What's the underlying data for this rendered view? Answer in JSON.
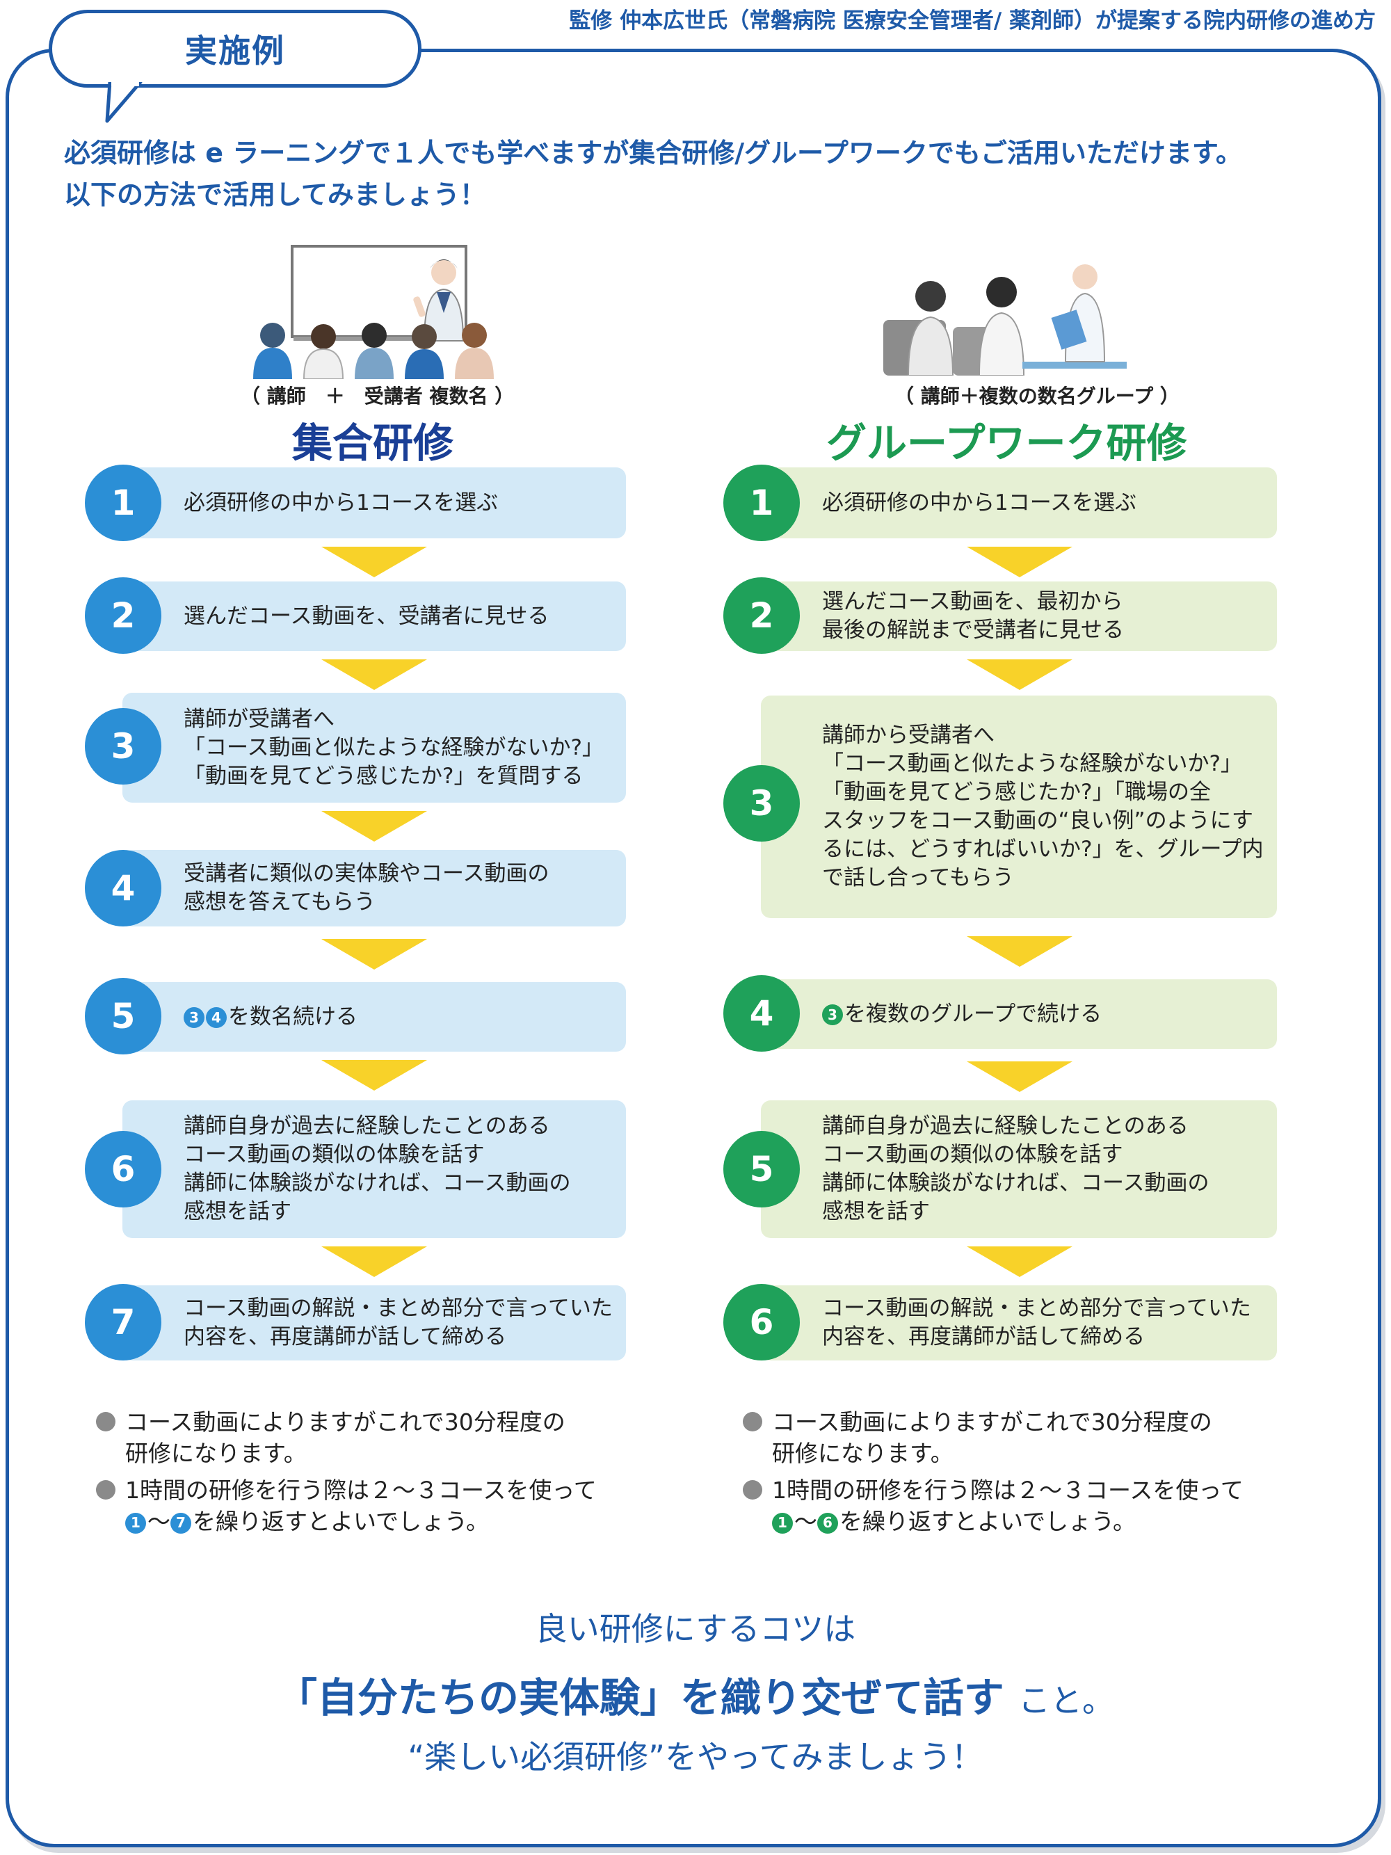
{
  "header": {
    "supervisor": "監修 仲本広世氏（常磐病院 医療安全管理者/ 薬剤師）が提案する院内研修の進め方",
    "badge": "実施例"
  },
  "intro": {
    "line1": "必須研修は e ラーニングで１人でも学べますが集合研修/グループワークでもご活用いただけます。",
    "line2": "以下の方法で活用してみましょう！"
  },
  "left": {
    "participants": "（ 講師　＋　受講者 複数名 ）",
    "title": "集合研修",
    "steps": [
      {
        "num": "1",
        "text": "必須研修の中から1コースを選ぶ"
      },
      {
        "num": "2",
        "text": "選んだコース動画を、受講者に見せる"
      },
      {
        "num": "3",
        "text": "講師が受講者へ\n「コース動画と似たような経験がないか?」\n「動画を見てどう感じたか?」を質問する"
      },
      {
        "num": "4",
        "text": "受講者に類似の実体験やコース動画の\n感想を答えてもらう"
      },
      {
        "num": "5",
        "ref1": "3",
        "ref2": "4",
        "text": "を数名続ける"
      },
      {
        "num": "6",
        "text": "講師自身が過去に経験したことのある\nコース動画の類似の体験を話す\n講師に体験談がなければ、コース動画の\n感想を話す"
      },
      {
        "num": "7",
        "text": "コース動画の解説・まとめ部分で言っていた\n内容を、再度講師が話して締める"
      }
    ],
    "notes": {
      "note1": "コース動画によりますがこれで30分程度の\n研修になります。",
      "note2_pre": "1時間の研修を行う際は２〜３コースを使って",
      "ref_a": "1",
      "range_sep": "〜",
      "ref_b": "7",
      "note2_post": "を繰り返すとよいでしょう。"
    }
  },
  "right": {
    "participants": "（ 講師＋複数の数名グループ ）",
    "title": "グループワーク研修",
    "steps": [
      {
        "num": "1",
        "text": "必須研修の中から1コースを選ぶ"
      },
      {
        "num": "2",
        "text": "選んだコース動画を、最初から\n最後の解説まで受講者に見せる"
      },
      {
        "num": "3",
        "text": "講師から受講者へ\n「コース動画と似たような経験がないか?」\n「動画を見てどう感じたか?」「職場の全\nスタッフをコース動画の“良い例”のようにす\nるには、どうすればいいか?」を、グループ内\nで話し合ってもらう"
      },
      {
        "num": "4",
        "ref1": "3",
        "text": "を複数のグループで続ける"
      },
      {
        "num": "5",
        "text": "講師自身が過去に経験したことのある\nコース動画の類似の体験を話す\n講師に体験談がなければ、コース動画の\n感想を話す"
      },
      {
        "num": "6",
        "text": "コース動画の解説・まとめ部分で言っていた\n内容を、再度講師が話して締める"
      }
    ],
    "notes": {
      "note1": "コース動画によりますがこれで30分程度の\n研修になります。",
      "note2_pre": "1時間の研修を行う際は２〜３コースを使って",
      "ref_a": "1",
      "range_sep": "〜",
      "ref_b": "6",
      "note2_post": "を繰り返すとよいでしょう。"
    }
  },
  "tips": {
    "line1": "良い研修にするコツは",
    "line2_bold": "「自分たちの実体験」を織り交ぜて話す",
    "line2_small": "こと。",
    "line3": "“楽しい必須研修”をやってみましょう！"
  },
  "colors": {
    "brand_blue": "#1e5aa8",
    "step_blue": "#d3e9f7",
    "step_green": "#e6f0d4",
    "num_blue": "#2b8fd6",
    "num_green": "#1fa15a",
    "arrow_yellow": "#f8d229"
  }
}
